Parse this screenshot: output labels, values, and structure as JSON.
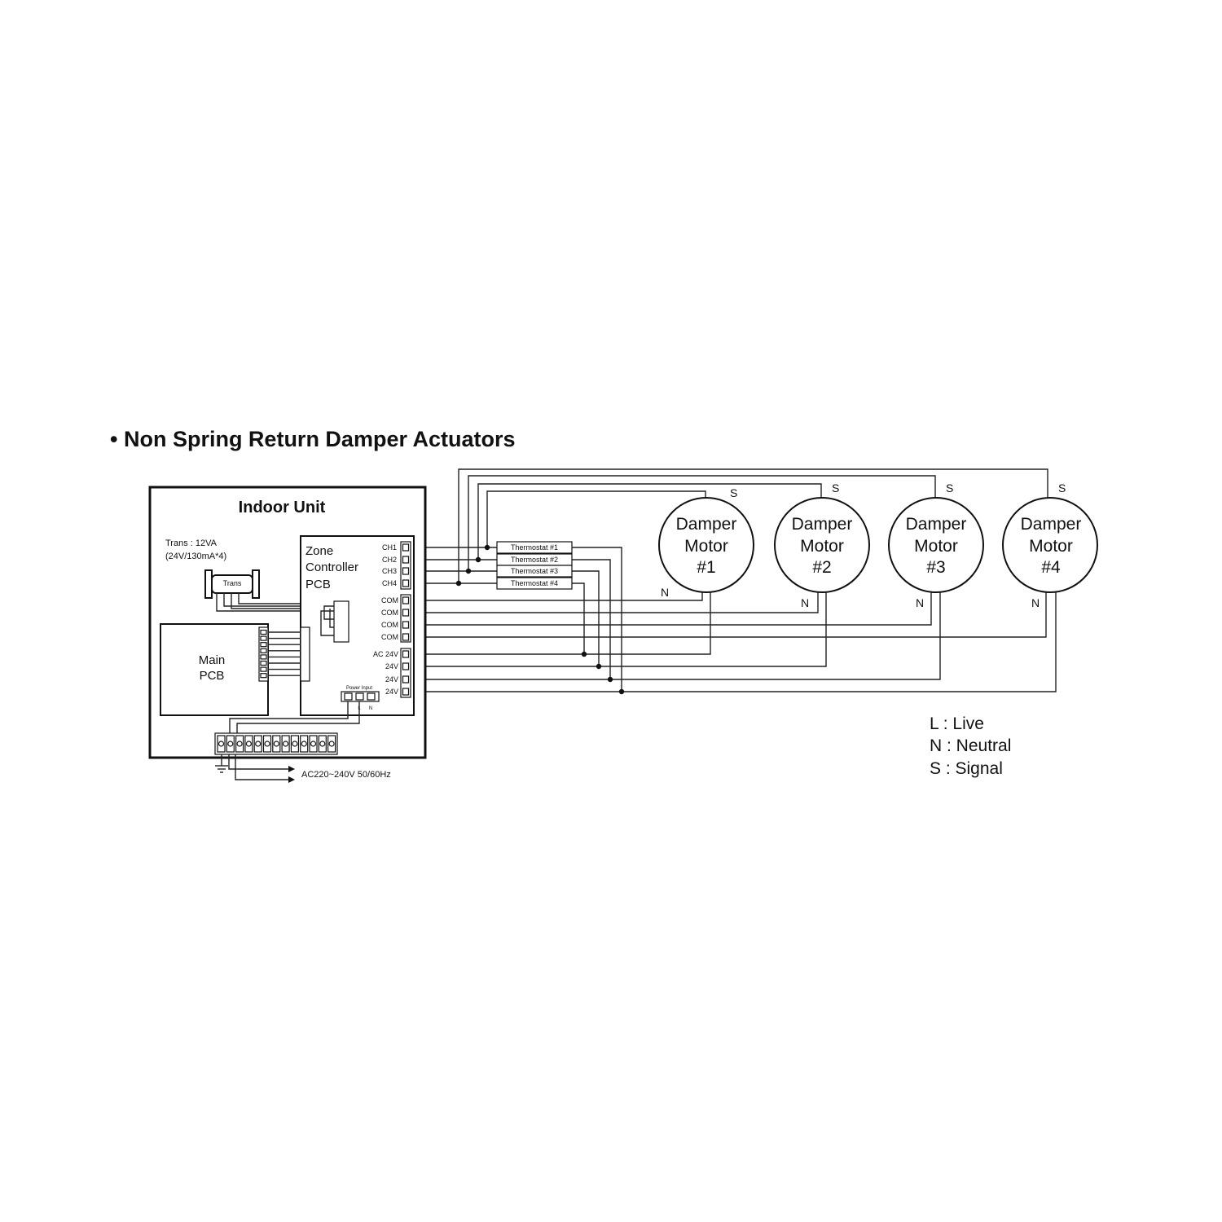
{
  "title": "• Non Spring Return Damper Actuators",
  "indoor_unit": {
    "title": "Indoor Unit",
    "trans_spec_line1": "Trans : 12VA",
    "trans_spec_line2": "(24V/130mA*4)",
    "trans_label": "Trans",
    "main_pcb_line1": "Main",
    "main_pcb_line2": "PCB",
    "zone_pcb_line1": "Zone",
    "zone_pcb_line2": "Controller",
    "zone_pcb_line3": "PCB",
    "channel_labels": [
      "CH1",
      "CH2",
      "CH3",
      "CH4"
    ],
    "com_labels": [
      "COM",
      "COM",
      "COM",
      "COM"
    ],
    "ac_labels": [
      "AC 24V",
      "24V",
      "24V",
      "24V"
    ],
    "power_input_label": "Power Input",
    "power_terminal_labels": [
      "L",
      "N"
    ],
    "supply_label": "AC220~240V  50/60Hz"
  },
  "thermostats": [
    "Thermostat #1",
    "Thermostat #2",
    "Thermostat #3",
    "Thermostat #4"
  ],
  "motors": [
    {
      "line1": "Damper",
      "line2": "Motor",
      "line3": "#1",
      "s_label": "S",
      "n_label": "N"
    },
    {
      "line1": "Damper",
      "line2": "Motor",
      "line3": "#2",
      "s_label": "S",
      "n_label": "N"
    },
    {
      "line1": "Damper",
      "line2": "Motor",
      "line3": "#3",
      "s_label": "S",
      "n_label": "N"
    },
    {
      "line1": "Damper",
      "line2": "Motor",
      "line3": "#4",
      "s_label": "S",
      "n_label": "N"
    }
  ],
  "legend": [
    {
      "key": "L",
      "text": "L  : Live"
    },
    {
      "key": "N",
      "text": "N : Neutral"
    },
    {
      "key": "S",
      "text": "S : Signal"
    }
  ],
  "colors": {
    "line": "#222222",
    "background": "#ffffff"
  }
}
